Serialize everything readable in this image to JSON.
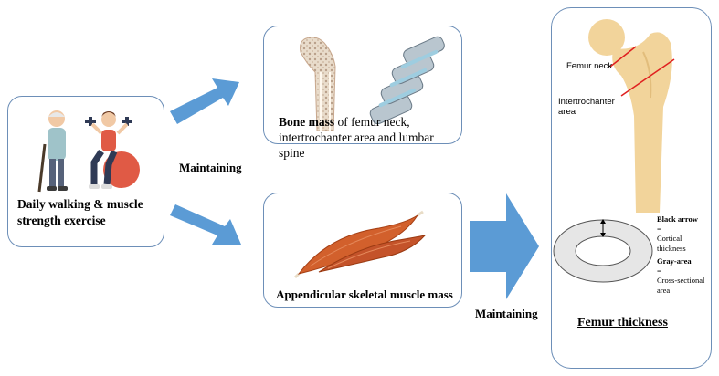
{
  "left_box": {
    "label": "Daily walking & muscle strength exercise"
  },
  "arrow_label_1": "Maintaining",
  "bone_box": {
    "label_bold": "Bone mass",
    "label_rest": " of femur neck, intertrochanter area and lumbar spine"
  },
  "muscle_box": {
    "label": "Appendicular skeletal muscle mass"
  },
  "arrow_label_2": "Maintaining",
  "femur_box": {
    "femur_neck_label": "Femur neck",
    "intertrochanter_label": "Intertrochanter area",
    "black_arrow_title": "Black arrow",
    "eq1": "=",
    "cortical_label": "Cortical thickness",
    "gray_area_title": "Gray-area",
    "eq2": "=",
    "cross_label": "Cross-sectional area",
    "title": "Femur thickness"
  },
  "colors": {
    "arrow": "#5b9bd5",
    "box_border": "#6d8fb8",
    "bone": "#f2d49b",
    "muscle": "#d2602c",
    "ring": "#e6e6e6",
    "red_line": "#e02020"
  }
}
